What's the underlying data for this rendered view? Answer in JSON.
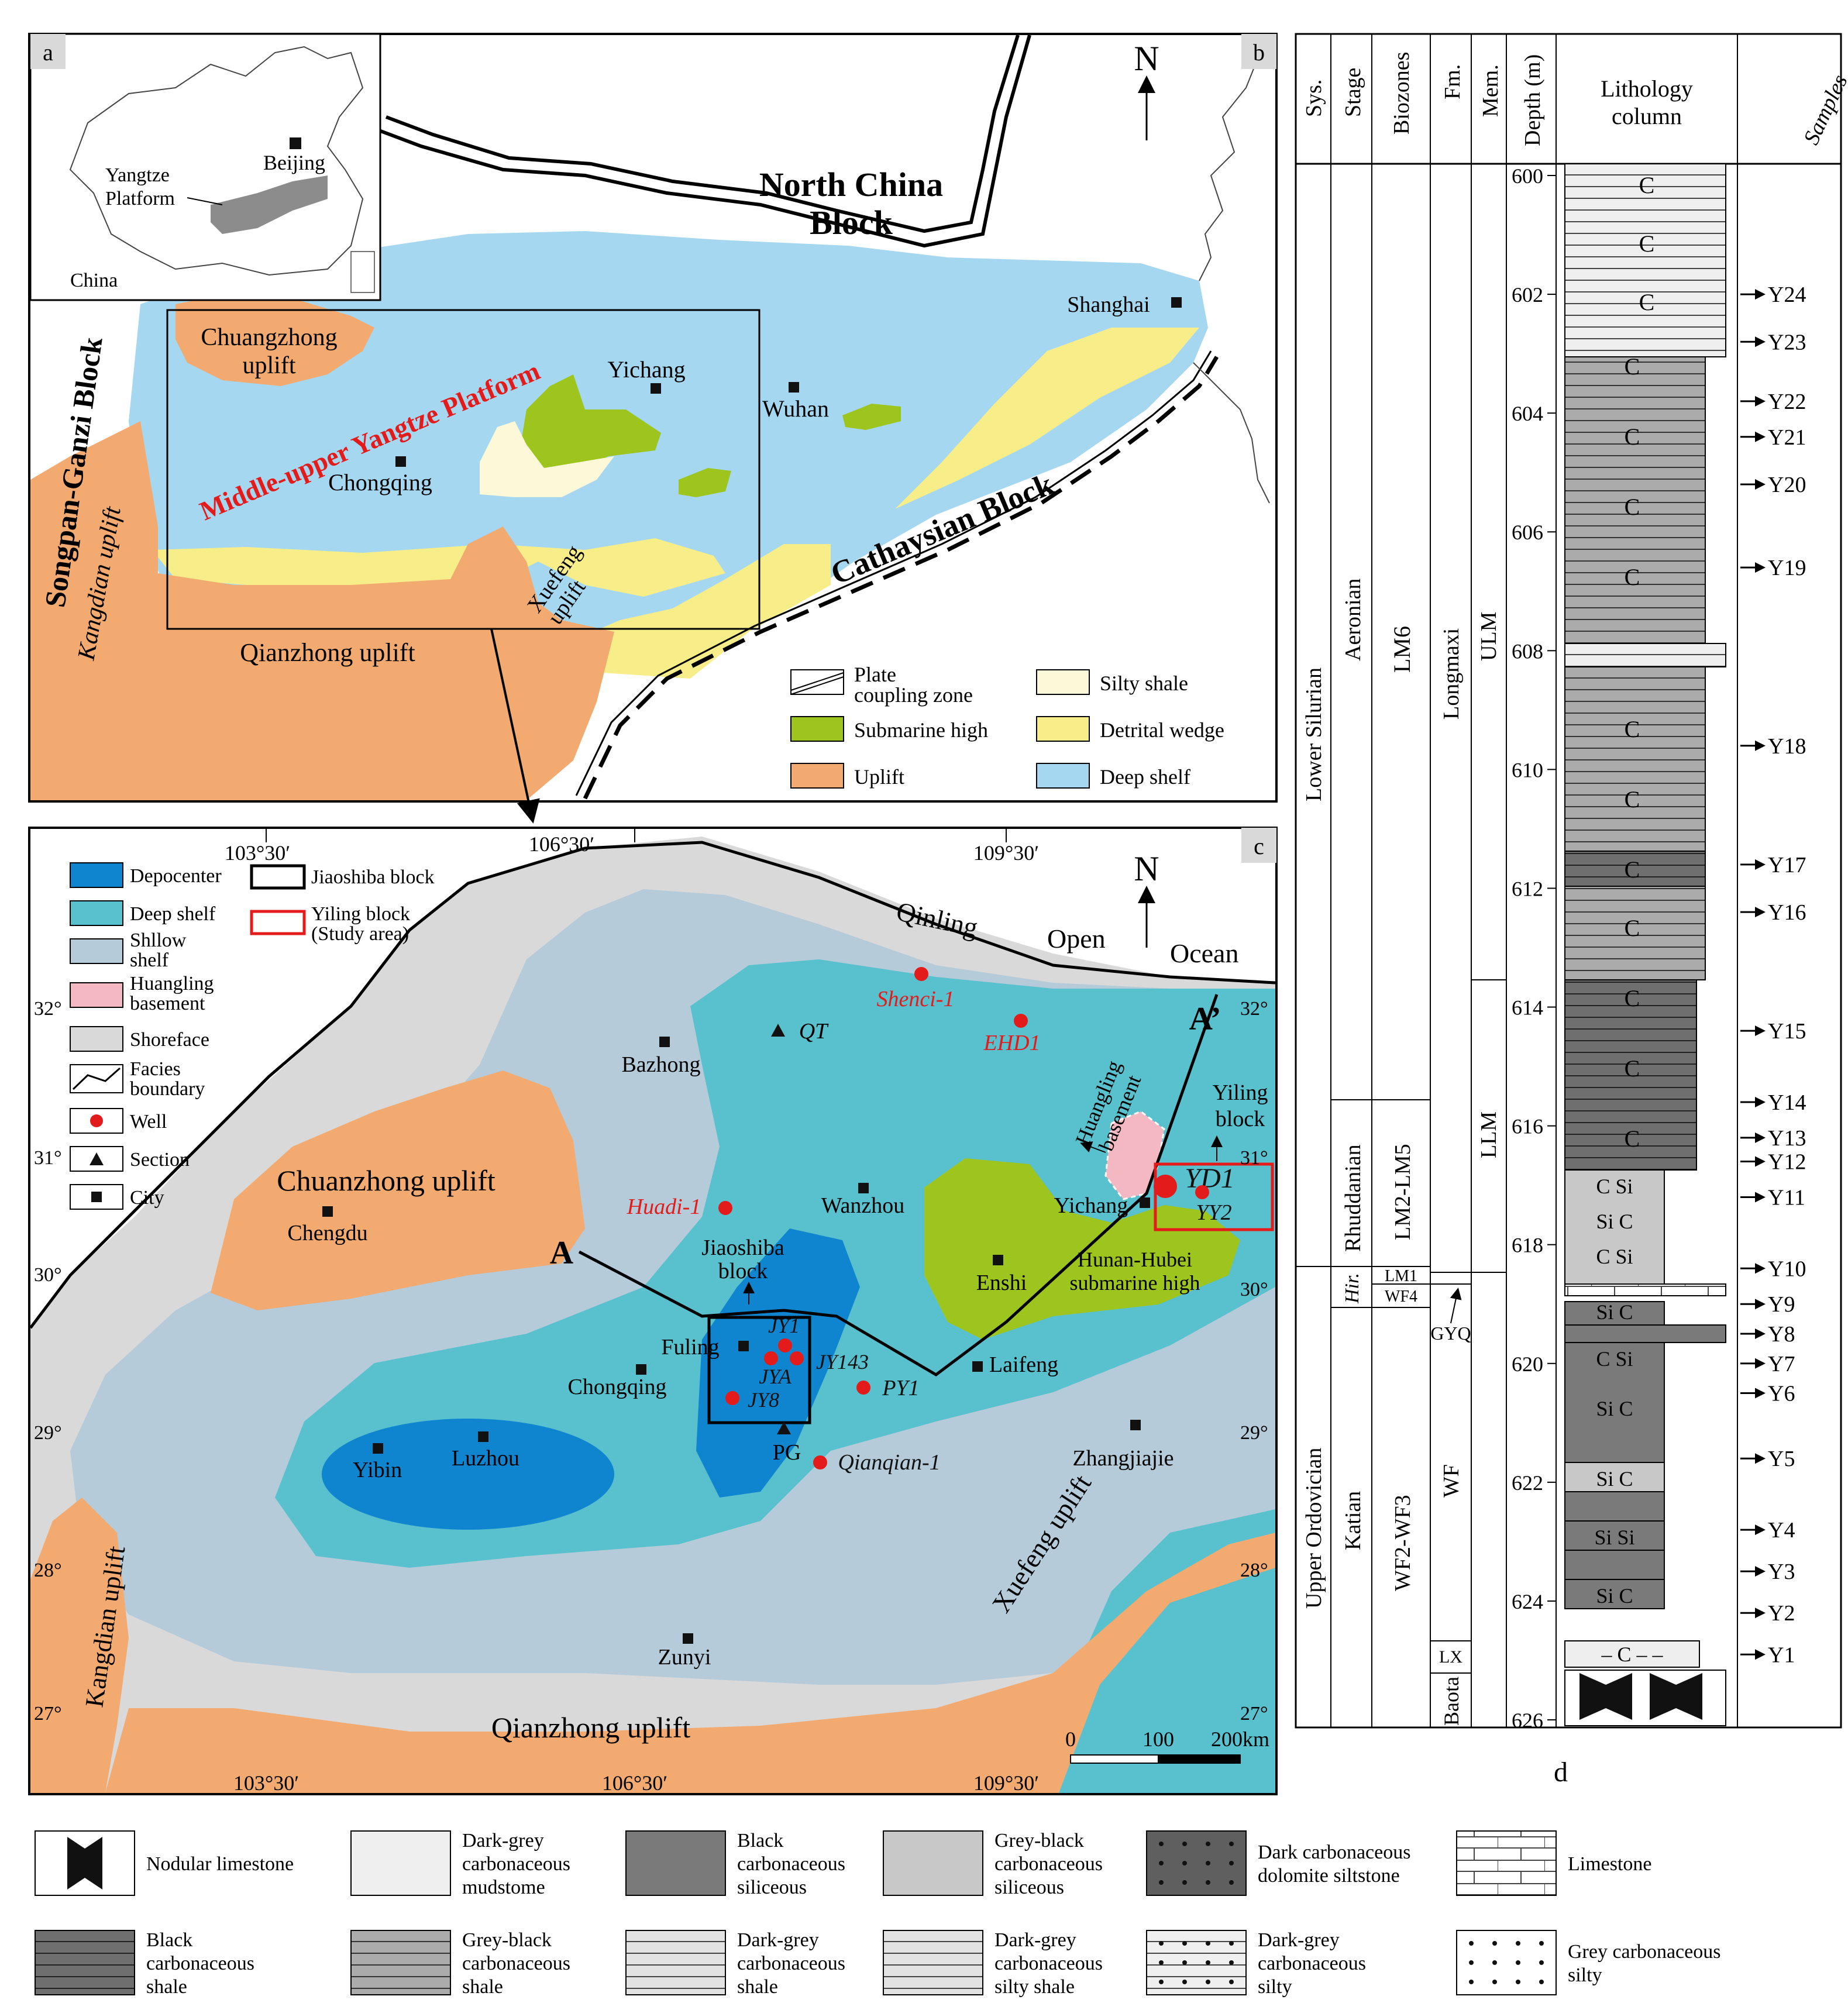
{
  "panel_a": {
    "label": "a",
    "country": "China",
    "capital": "Beijing",
    "platform": "Yangtze",
    "platform2": "Platform"
  },
  "panel_b": {
    "label": "b",
    "north": "N",
    "blocks": {
      "north_china_1": "North China",
      "north_china_2": "Block",
      "songpan": "Songpan-Ganzi Block",
      "cathaysian": "Cathaysian Block",
      "platform": "Middle-upper Yangtze Platform"
    },
    "uplifts": {
      "chuangzhong_1": "Chuangzhong",
      "chuangzhong_2": "uplift",
      "kangdian": "Kangdian uplift",
      "qianzhong": "Qianzhong uplift",
      "xuefeng_1": "Xuefeng",
      "xuefeng_2": "uplift"
    },
    "cities": {
      "shanghai": "Shanghai",
      "yichang": "Yichang",
      "wuhan": "Wuhan",
      "chongqing": "Chongqing"
    },
    "legend": {
      "plate_1": "Plate",
      "plate_2": "coupling zone",
      "submarine": "Submarine high",
      "uplift": "Uplift",
      "silty": "Silty shale",
      "detrital": "Detrital wedge",
      "deep": "Deep shelf"
    }
  },
  "panel_c": {
    "label": "c",
    "north": "N",
    "ocean": {
      "w1": "Qinling",
      "w2": "Open",
      "w3": "Ocean"
    },
    "lon_top": [
      "103°30′",
      "106°30′",
      "109°30′"
    ],
    "lon_bottom": [
      "103°30′",
      "106°30′",
      "109°30′"
    ],
    "lat_left": [
      "32°",
      "31°",
      "30°",
      "29°",
      "28°",
      "27°"
    ],
    "lat_right": [
      "32°",
      "31°",
      "30°",
      "29°",
      "28°",
      "27°"
    ],
    "legend": {
      "depocenter": "Depocenter",
      "deep": "Deep shelf",
      "shallow_1": "Shllow",
      "shallow_2": "shelf",
      "huangling_1": "Huangling",
      "huangling_2": "basement",
      "shoreface": "Shoreface",
      "facies_1": "Facies",
      "facies_2": "boundary",
      "well": "Well",
      "section": "Section",
      "city": "City",
      "jiaoshiba": "Jiaoshiba block",
      "yiling_1": "Yiling block",
      "yiling_2": "(Study area)"
    },
    "regions": {
      "chuanzhong": "Chuanzhong uplift",
      "kangdian": "Kangdian uplift",
      "qianzhong": "Qianzhong uplift",
      "xuefeng": "Xuefeng uplift",
      "hunan_1": "Hunan-Hubei",
      "hunan_2": "submarine high",
      "huangling_1": "Huangling",
      "huangling_2": "basement"
    },
    "cities": [
      "Bazhong",
      "Chengdu",
      "Wanzhou",
      "Yichang",
      "Enshi",
      "Fuling",
      "Chongqing",
      "Laifeng",
      "Yibin",
      "Luzhou",
      "Zhangjiajie",
      "Zunyi"
    ],
    "wells": [
      "Shenci-1",
      "EHD1",
      "Huadi-1",
      "JY1",
      "JYA",
      "JY143",
      "JY8",
      "PY1",
      "Qianqian-1",
      "YD1",
      "YY2"
    ],
    "sections": [
      "QT",
      "PG"
    ],
    "blocks": {
      "jiaoshiba_1": "Jiaoshiba",
      "jiaoshiba_2": "block",
      "yiling_1": "Yiling",
      "yiling_2": "block"
    },
    "profile": {
      "a": "A",
      "a2": "A’"
    },
    "scale": [
      "0",
      "100",
      "200km"
    ]
  },
  "panel_d": {
    "label": "d",
    "headers": [
      "Sys.",
      "Stage",
      "Biozones",
      "Fm.",
      "Mem.",
      "Depth (m)",
      "Lithology column",
      "Samples"
    ],
    "header_lith_1": "Lithology",
    "header_lith_2": "column",
    "sys": [
      "Lower Silurian",
      "Upper Ordovician"
    ],
    "stage": [
      "Aeronian",
      "Rhuddanian",
      "Hir.",
      "Katian"
    ],
    "biozones": [
      "LM6",
      "LM2-LM5",
      "LM1",
      "WF4",
      "WF2-WF3"
    ],
    "fm": [
      "Longmaxi",
      "GYQ",
      "WF",
      "LX",
      "Baota"
    ],
    "mem": [
      "ULM",
      "LLM"
    ],
    "depth_ticks": [
      600,
      602,
      604,
      606,
      608,
      610,
      612,
      614,
      616,
      618,
      620,
      622,
      624,
      626
    ],
    "samples": [
      {
        "id": "Y24",
        "depth": 602.0
      },
      {
        "id": "Y23",
        "depth": 602.8
      },
      {
        "id": "Y22",
        "depth": 603.8
      },
      {
        "id": "Y21",
        "depth": 604.4
      },
      {
        "id": "Y20",
        "depth": 605.2
      },
      {
        "id": "Y19",
        "depth": 606.6
      },
      {
        "id": "Y18",
        "depth": 609.6
      },
      {
        "id": "Y17",
        "depth": 611.6
      },
      {
        "id": "Y16",
        "depth": 612.4
      },
      {
        "id": "Y15",
        "depth": 614.4
      },
      {
        "id": "Y14",
        "depth": 615.6
      },
      {
        "id": "Y13",
        "depth": 616.2
      },
      {
        "id": "Y12",
        "depth": 616.6
      },
      {
        "id": "Y11",
        "depth": 617.2
      },
      {
        "id": "Y10",
        "depth": 618.4
      },
      {
        "id": "Y9",
        "depth": 619.0
      },
      {
        "id": "Y8",
        "depth": 619.5
      },
      {
        "id": "Y7",
        "depth": 620.0
      },
      {
        "id": "Y6",
        "depth": 620.5
      },
      {
        "id": "Y5",
        "depth": 621.6
      },
      {
        "id": "Y4",
        "depth": 622.8
      },
      {
        "id": "Y3",
        "depth": 623.5
      },
      {
        "id": "Y2",
        "depth": 624.2
      },
      {
        "id": "Y1",
        "depth": 624.9
      }
    ]
  },
  "legend_bottom": [
    {
      "type": "nodular",
      "lines": [
        "Nodular limestone"
      ]
    },
    {
      "type": "dg_mud",
      "lines": [
        "Dark-grey",
        "carbonaceous",
        "mudstome"
      ]
    },
    {
      "type": "b_sil",
      "lines": [
        "Black",
        "carbonaceous",
        "siliceous"
      ]
    },
    {
      "type": "gb_sil",
      "lines": [
        "Grey-black",
        "carbonaceous",
        "siliceous"
      ]
    },
    {
      "type": "dolo",
      "lines": [
        "Dark carbonaceous",
        "dolomite siltstone"
      ]
    },
    {
      "type": "lime",
      "lines": [
        "Limestone"
      ]
    },
    {
      "type": "b_shale",
      "lines": [
        "Black",
        "carbonaceous",
        "shale"
      ]
    },
    {
      "type": "gb_shale",
      "lines": [
        "Grey-black",
        "carbonaceous",
        "shale"
      ]
    },
    {
      "type": "dg_shale",
      "lines": [
        "Dark-grey",
        "carbonaceous",
        "shale"
      ]
    },
    {
      "type": "dg_silty_shale",
      "lines": [
        "Dark-grey",
        "carbonaceous",
        "silty shale"
      ]
    },
    {
      "type": "dg_silty",
      "lines": [
        "Dark-grey",
        "carbonaceous",
        "silty"
      ]
    },
    {
      "type": "g_silty",
      "lines": [
        "Grey carbonaceous",
        "silty"
      ]
    }
  ],
  "colors": {
    "deep_shelf_b": "#a5d8f0",
    "uplift": "#f2aa70",
    "detrital": "#f7ee8a",
    "submarine": "#9ec51e",
    "silty": "#fcf8d8",
    "depocenter": "#0f85d0",
    "deep_shelf_c": "#58c1cd",
    "shallow": "#b5cbd9",
    "shoreface": "#d9d9d9",
    "huangling": "#f4b8c2",
    "well": "#e31b1b"
  }
}
